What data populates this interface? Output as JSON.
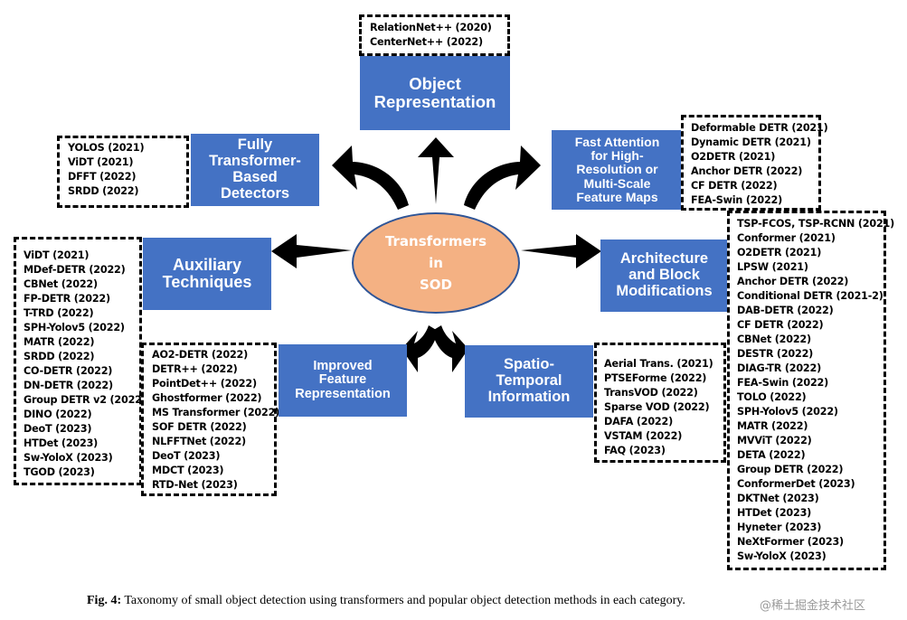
{
  "center_node": {
    "label": "Transformers\nin\nSOD",
    "fill_color": "#f4b183",
    "border_color": "#2f5597"
  },
  "box_color": "#4472c4",
  "categories": {
    "object_representation": {
      "label": "Object\nRepresentation",
      "methods": [
        "RelationNet++ (2020)",
        "CenterNet++ (2022)"
      ]
    },
    "fully_transformer": {
      "label": "Fully\nTransformer-\nBased\nDetectors",
      "methods": [
        "YOLOS (2021)",
        "ViDT (2021)",
        "DFFT (2022)",
        "SRDD (2022)"
      ]
    },
    "fast_attention": {
      "label": "Fast Attention\nfor High-\nResolution or\nMulti-Scale\nFeature Maps",
      "methods": [
        "Deformable DETR (2021)",
        "Dynamic DETR (2021)",
        "O2DETR (2021)",
        "Anchor DETR (2022)",
        "CF DETR (2022)",
        "FEA-Swin (2022)"
      ]
    },
    "auxiliary": {
      "label": "Auxiliary\nTechniques",
      "methods": [
        "ViDT  (2021)",
        "MDef-DETR (2022)",
        "CBNet (2022)",
        "FP-DETR (2022)",
        "T-TRD (2022)",
        "SPH-Yolov5 (2022)",
        "MATR (2022)",
        "SRDD (2022)",
        "CO-DETR (2022)",
        "DN-DETR (2022)",
        "Group DETR v2 (2022)",
        "DINO (2022)",
        "DeoT (2023)",
        "HTDet (2023)",
        "Sw-YoloX (2023)",
        "TGOD (2023)"
      ]
    },
    "architecture": {
      "label": "Architecture\nand Block\nModifications",
      "methods": [
        "TSP-FCOS, TSP-RCNN (2021)",
        "Conformer (2021)",
        "O2DETR (2021)",
        "LPSW (2021)",
        "Anchor DETR (2022)",
        "Conditional DETR (2021-2)",
        "DAB-DETR (2022)",
        "CF DETR (2022)",
        "CBNet (2022)",
        "DESTR (2022)",
        "DIAG-TR (2022)",
        "FEA-Swin (2022)",
        "TOLO (2022)",
        "SPH-Yolov5 (2022)",
        "MATR (2022)",
        "MVViT (2022)",
        "DETA (2022)",
        "Group DETR (2022)",
        "ConformerDet (2023)",
        "DKTNet (2023)",
        "HTDet (2023)",
        "Hyneter (2023)",
        "NeXtFormer (2023)",
        "Sw-YoloX (2023)"
      ]
    },
    "improved_feature": {
      "label": "Improved\nFeature\nRepresentation",
      "methods": [
        "AO2-DETR (2022)",
        "DETR++ (2022)",
        "PointDet++ (2022)",
        "Ghostformer (2022)",
        "MS Transformer (2022)",
        "SOF DETR (2022)",
        "NLFFTNet (2022)",
        "DeoT (2023)",
        "MDCT (2023)",
        "RTD-Net (2023)"
      ]
    },
    "spatio_temporal": {
      "label": "Spatio-\nTemporal\nInformation",
      "methods": [
        "Aerial  Trans. (2021)",
        "PTSEForme (2022)",
        "TransVOD (2022)",
        "Sparse VOD (2022)",
        "DAFA (2022)",
        "VSTAM (2022)",
        "FAQ (2023)"
      ]
    }
  },
  "caption": {
    "prefix": "Fig. 4:",
    "text": " Taxonomy of small object detection using transformers and popular object detection methods in each category."
  },
  "watermark": "@稀土掘金技术社区"
}
